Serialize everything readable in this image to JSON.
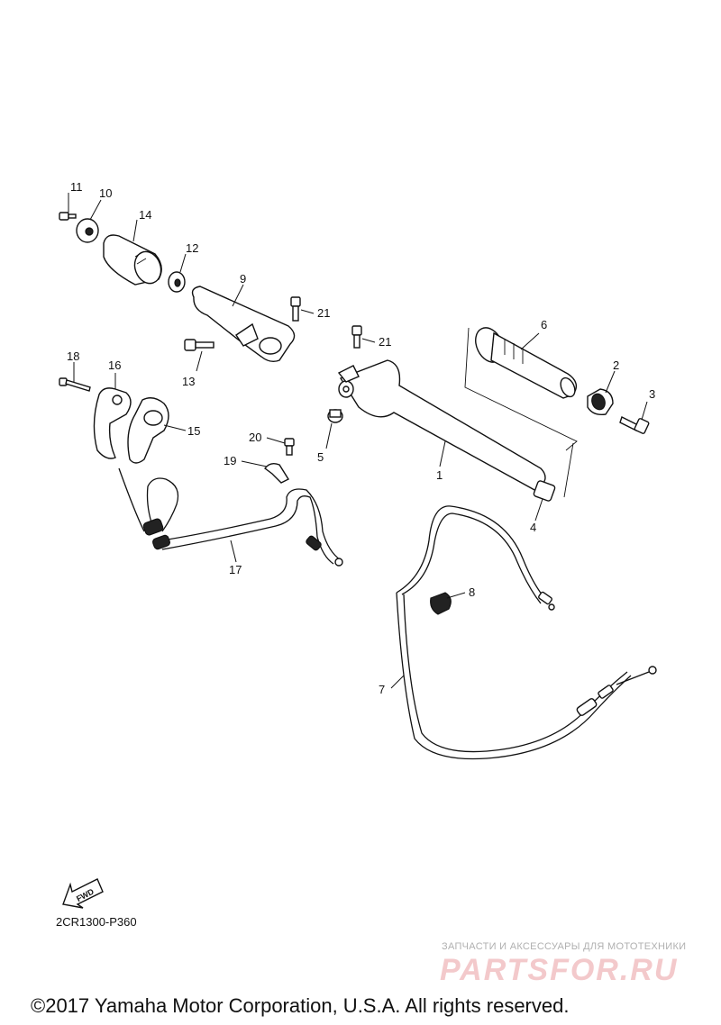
{
  "diagram": {
    "callouts": [
      "1",
      "2",
      "3",
      "4",
      "5",
      "6",
      "7",
      "8",
      "9",
      "10",
      "11",
      "12",
      "13",
      "14",
      "15",
      "16",
      "17",
      "18",
      "19",
      "20",
      "21",
      "21"
    ],
    "fwd_label": "FWD",
    "drawing_code": "2CR1300-P360"
  },
  "watermark": {
    "tagline": "ЗАПЧАСТИ И АКСЕССУАРЫ ДЛЯ МОТОТЕХНИКИ",
    "logo": "PARTSFOR.RU"
  },
  "footer": {
    "copyright": "©2017 Yamaha Motor Corporation, U.S.A. All rights reserved."
  }
}
